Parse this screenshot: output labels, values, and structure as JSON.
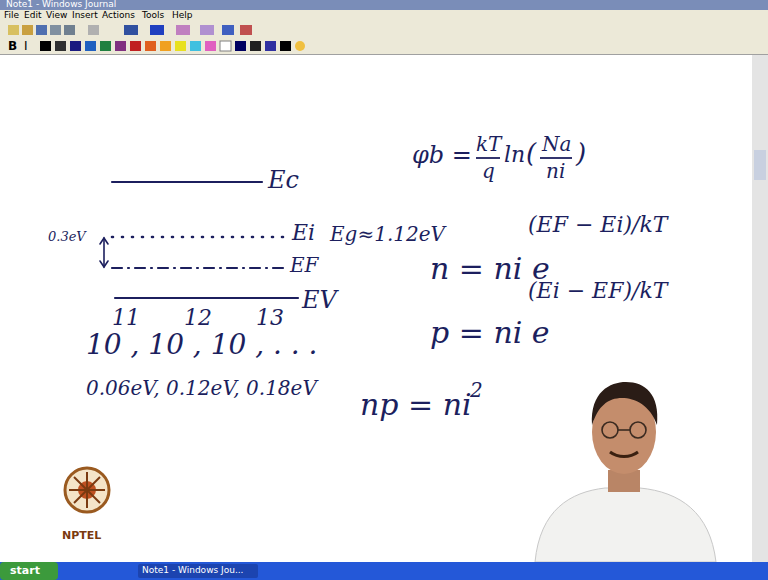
{
  "diagram": {
    "labels": [
      "Note1 - Windows Journal",
      "File",
      "Edit",
      "View",
      "Insert",
      "Actions",
      "Tools",
      "Help",
      "B",
      "I",
      "Ec",
      "Ei",
      "Eg≈1.12eV",
      "0.3eV",
      "EF",
      "EV",
      "11",
      "12",
      "13",
      "10 , 10 , 10 , . . .",
      "0.06eV, 0.12eV, 0.18eV",
      "φb =",
      "kT",
      "q",
      "ln",
      "(",
      "Na",
      "ni",
      ")",
      "n = ni e",
      "(EF − Ei)/kT",
      "p = ni e",
      "(Ei − EF)/kT",
      "np = ni",
      "2",
      "NPTEL",
      "start",
      "Note1 - Windows Jou..."
    ]
  }
}
